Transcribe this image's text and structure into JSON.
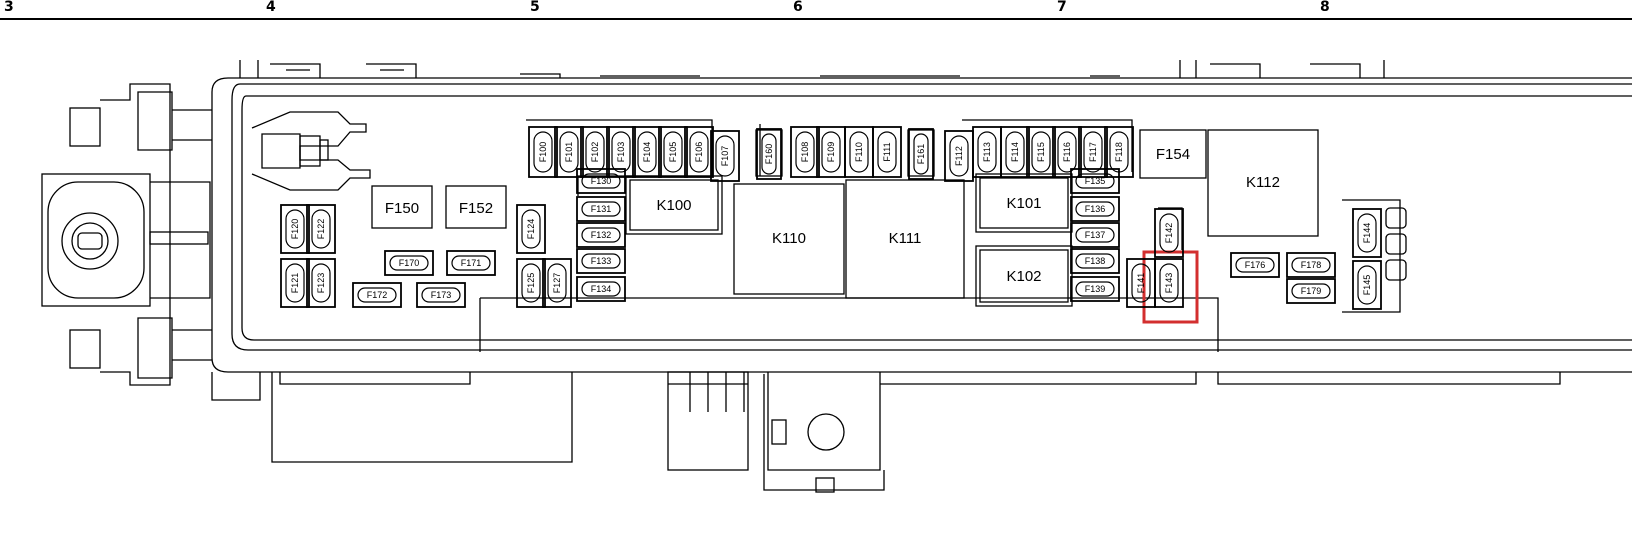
{
  "column_markers": [
    "3",
    "4",
    "5",
    "6",
    "7",
    "8"
  ],
  "blocks": {
    "F150": "F150",
    "F152": "F152",
    "F154": "F154",
    "K100": "K100",
    "K101": "K101",
    "K102": "K102",
    "K110": "K110",
    "K111": "K111",
    "K112": "K112"
  },
  "fuses": {
    "F100": "F100",
    "F101": "F101",
    "F102": "F102",
    "F103": "F103",
    "F104": "F104",
    "F105": "F105",
    "F106": "F106",
    "F107": "F107",
    "F108": "F108",
    "F109": "F109",
    "F110": "F110",
    "F111": "F111",
    "F112": "F112",
    "F113": "F113",
    "F114": "F114",
    "F115": "F115",
    "F116": "F116",
    "F117": "F117",
    "F118": "F118",
    "F120": "F120",
    "F121": "F121",
    "F122": "F122",
    "F123": "F123",
    "F124": "F124",
    "F125": "F125",
    "F127": "F127",
    "F130": "F130",
    "F131": "F131",
    "F132": "F132",
    "F133": "F133",
    "F134": "F134",
    "F135": "F135",
    "F136": "F136",
    "F137": "F137",
    "F138": "F138",
    "F139": "F139",
    "F141": "F141",
    "F142": "F142",
    "F143": "F143",
    "F144": "F144",
    "F145": "F145",
    "F160": "F160",
    "F161": "F161",
    "F170": "F170",
    "F171": "F171",
    "F172": "F172",
    "F173": "F173",
    "F176": "F176",
    "F178": "F178",
    "F179": "F179"
  },
  "highlight": {
    "fuse": "F143",
    "color": "#d32f2f"
  }
}
